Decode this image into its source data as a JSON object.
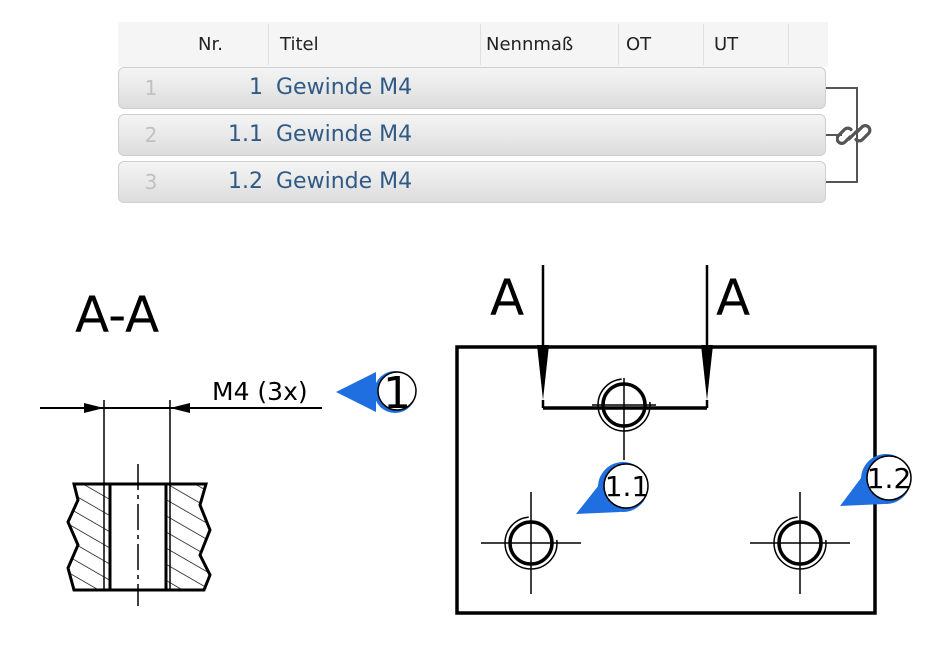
{
  "table": {
    "columns": [
      "Nr.",
      "Titel",
      "Nennmaß",
      "OT",
      "UT"
    ],
    "rows": [
      {
        "index": "1",
        "nr": "1",
        "titel": "Gewinde M4"
      },
      {
        "index": "2",
        "nr": "1.1",
        "titel": "Gewinde M4"
      },
      {
        "index": "3",
        "nr": "1.2",
        "titel": "Gewinde M4"
      }
    ],
    "link_icon": "chain-link-icon"
  },
  "drawing": {
    "section_title": "A-A",
    "thread_callout": "M4 (3x)",
    "section_mark_left": "A",
    "section_mark_right": "A",
    "balloons": [
      "1",
      "1.1",
      "1.2"
    ],
    "balloon_color": "#1f6fe0"
  }
}
